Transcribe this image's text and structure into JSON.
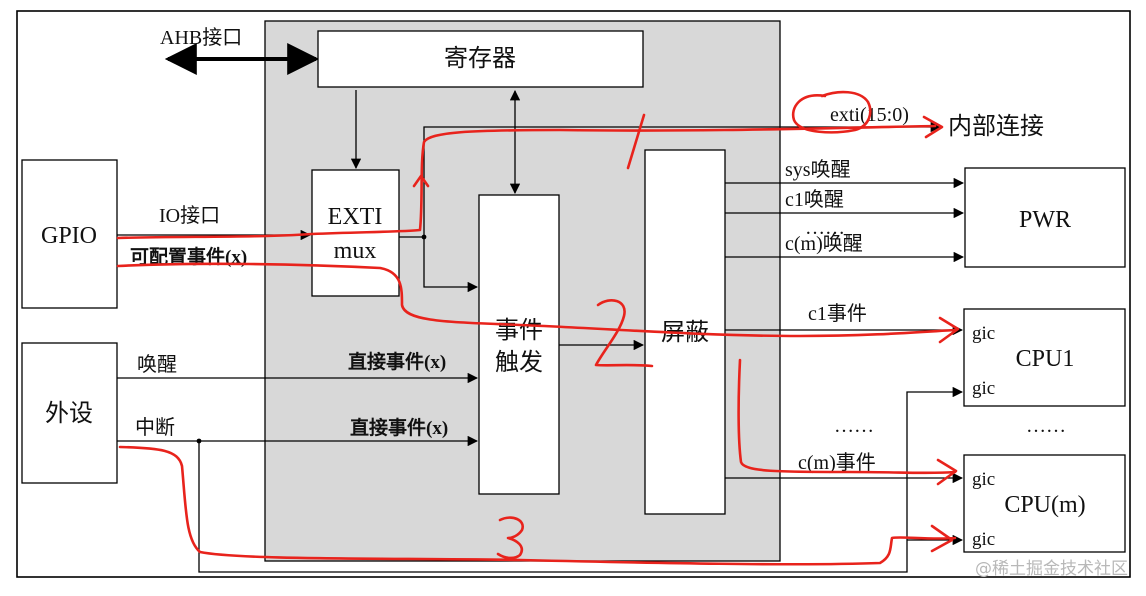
{
  "ahb_label": "AHB接口",
  "register": "寄存器",
  "exti_line1": "EXTI",
  "exti_line2": "mux",
  "gpio": "GPIO",
  "io_label": "IO接口",
  "configurable_event": "可配置事件(x)",
  "peripheral": "外设",
  "wakeup": "唤醒",
  "interrupt": "中断",
  "direct_event_1": "直接事件(x)",
  "direct_event_2": "直接事件(x)",
  "event_trigger_line1": "事件",
  "event_trigger_line2": "触发",
  "mask": "屏蔽",
  "exti_signal": "exti(15:0)",
  "internal_connection": "内部连接",
  "sys_wakeup": "sys唤醒",
  "c1_wakeup": "c1唤醒",
  "dots_1": "……",
  "cm_wakeup": "c(m)唤醒",
  "pwr": "PWR",
  "c1_event": "c1事件",
  "cm_event": "c(m)事件",
  "gic_1": "gic",
  "gic_2": "gic",
  "gic_3": "gic",
  "gic_4": "gic",
  "cpu1": "CPU1",
  "cpum": "CPU(m)",
  "dots_2": "……",
  "dots_3": "……",
  "annotation_1": "1",
  "annotation_2": "2",
  "annotation_3": "3",
  "watermark": "@稀土掘金技术社区",
  "colors": {
    "frame_gray": "#d8d8d8",
    "annotation_red": "#e8231c"
  }
}
